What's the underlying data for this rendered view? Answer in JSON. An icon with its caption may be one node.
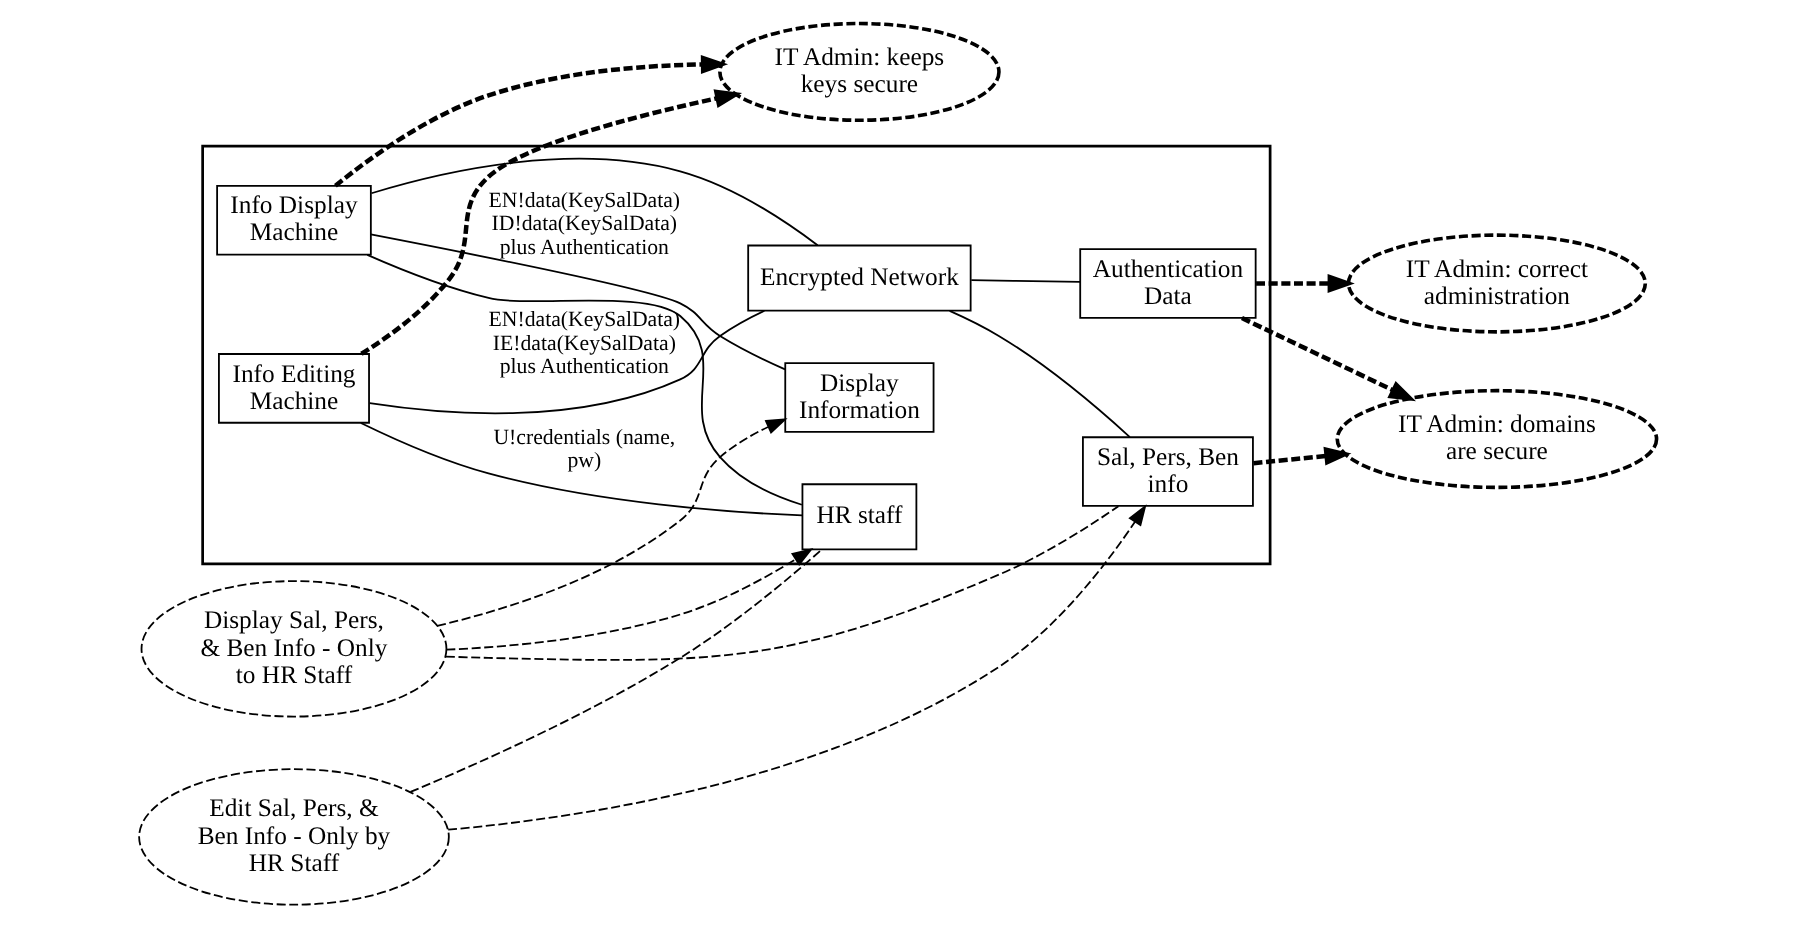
{
  "diagram": {
    "nodes": [
      {
        "text": [],
        "shape": "box"
      },
      {
        "text": [
          "Info Display Machine"
        ],
        "in": 0
      },
      {
        "text": [
          "Info Editing Machine"
        ],
        "in": 0
      },
      {
        "text": [
          "Display Information"
        ],
        "in": 0
      },
      {
        "text": [
          "Encrypted Network"
        ],
        "in": 0
      },
      {
        "text": [
          "Sal, Pers, Ben info"
        ],
        "in": 0
      },
      {
        "text": [
          "Authentication Data"
        ],
        "in": 0
      },
      {
        "text": [
          "HR staff"
        ],
        "in": 0
      },
      {
        "text": [
          "Display Sal, Pers, & Ben Info - Only to HR Staff"
        ]
      },
      {
        "text": [
          "Edit Sal, Pers, & Ben Info - Only by HR Staff"
        ]
      },
      {
        "text": [
          "IT Admin: keeps keys secure"
        ]
      },
      {
        "text": [
          "IT Admin: correct administration"
        ]
      },
      {
        "text": [
          "IT Admin: domains are secure"
        ]
      }
    ],
    "edges": [
      {
        "from": 1,
        "to": 3,
        "arrow": "none",
        "label": "EN!data(KeySalData) ID!data(KeySalData) plus Authentication"
      },
      {
        "from": 1,
        "to": 4,
        "arrow": "none"
      },
      {
        "from": 1,
        "to": 7,
        "arrow": "none"
      },
      {
        "from": 2,
        "to": 4,
        "arrow": "none",
        "label": "EN!data(KeySalData) IE!data(KeySalData) plus Authentication"
      },
      {
        "from": 2,
        "to": 7,
        "arrow": "none",
        "label": "U!credentials (name, pw)"
      },
      {
        "from": 4,
        "to": 5,
        "arrow": "none"
      },
      {
        "from": 4,
        "to": 6,
        "arrow": "none"
      },
      {
        "from": 8,
        "to": 3,
        "arrow": "to",
        "style": "dashed"
      },
      {
        "from": 8,
        "to": 5,
        "arrow": "none",
        "style": "dashed"
      },
      {
        "from": 8,
        "to": 7,
        "arrow": "to",
        "style": "dashed"
      },
      {
        "from": 9,
        "to": 5,
        "arrow": "to",
        "style": "dashed"
      },
      {
        "from": 9,
        "to": 7,
        "arrow": "none",
        "style": "dashed"
      },
      {
        "from": 1,
        "to": 10,
        "arrow": "to",
        "style": "dashed"
      },
      {
        "from": 2,
        "to": 10,
        "arrow": "to",
        "style": "dashed"
      },
      {
        "from": 6,
        "to": 11,
        "arrow": "to",
        "style": "dashed"
      },
      {
        "from": 6,
        "to": 12,
        "arrow": "to",
        "style": "dashed"
      },
      {
        "from": 5,
        "to": 12,
        "arrow": "to",
        "style": "dashed"
      }
    ]
  }
}
